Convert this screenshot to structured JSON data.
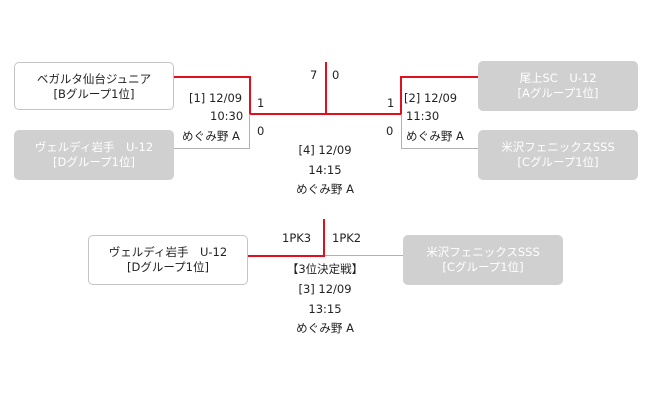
{
  "semifinal1": {
    "team_top": {
      "name": "ベガルタ仙台ジュニア",
      "group": "[Bグループ1位]"
    },
    "team_bottom": {
      "name": "ヴェルディ岩手　U-12",
      "group": "[Dグループ1位]"
    },
    "match_id_date": "[1] 12/09",
    "time": "10:30",
    "venue": "めぐみ野 A",
    "score_top": "1",
    "score_bottom": "0"
  },
  "semifinal2": {
    "team_top": {
      "name": "尾上SC　U-12",
      "group": "[Aグループ1位]"
    },
    "team_bottom": {
      "name": "米沢フェニックスSSS",
      "group": "[Cグループ1位]"
    },
    "match_id_date": "[2] 12/09",
    "time": "11:30",
    "venue": "めぐみ野 A",
    "score_top": "1",
    "score_bottom": "0"
  },
  "final": {
    "score_left": "7",
    "score_right": "0",
    "match_id_date": "[4] 12/09",
    "time": "14:15",
    "venue": "めぐみ野 A"
  },
  "third_place": {
    "team_left": {
      "name": "ヴェルディ岩手　U-12",
      "group": "[Dグループ1位]"
    },
    "team_right": {
      "name": "米沢フェニックスSSS",
      "group": "[Cグループ1位]"
    },
    "score_left": "1PK3",
    "score_right": "1PK2",
    "title": "【3位決定戦】",
    "match_id_date": "[3] 12/09",
    "time": "13:15",
    "venue": "めぐみ野 A"
  },
  "colors": {
    "winner_line": "#e0101e",
    "loser_line": "#b0b0b0",
    "loser_box": "#d0d0d0"
  }
}
